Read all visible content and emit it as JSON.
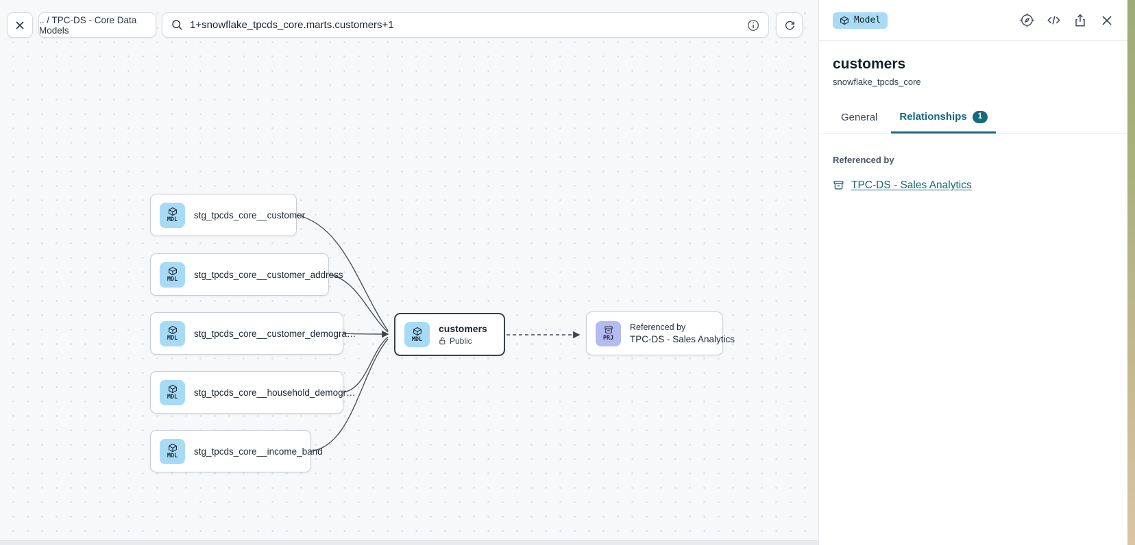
{
  "toolbar": {
    "breadcrumb": ".. / TPC-DS - Core Data Models",
    "search": {
      "value": "1+snowflake_tpcds_core.marts.customers+1"
    }
  },
  "canvas": {
    "upstream_nodes": [
      {
        "type": "MDL",
        "label": "stg_tpcds_core__customer"
      },
      {
        "type": "MDL",
        "label": "stg_tpcds_core__customer_address"
      },
      {
        "type": "MDL",
        "label": "stg_tpcds_core__customer_demogra…"
      },
      {
        "type": "MDL",
        "label": "stg_tpcds_core__household_demogr…"
      },
      {
        "type": "MDL",
        "label": "stg_tpcds_core__income_band"
      }
    ],
    "selected_node": {
      "type": "MDL",
      "label": "customers",
      "visibility": "Public"
    },
    "downstream_node": {
      "type": "PRJ",
      "caption": "Referenced by",
      "label": "TPC-DS - Sales Analytics"
    }
  },
  "panel": {
    "type_badge": "Model",
    "title": "customers",
    "subtitle": "snowflake_tpcds_core",
    "tabs": [
      {
        "label": "General"
      },
      {
        "label": "Relationships",
        "badge": "1"
      }
    ],
    "referenced_by_label": "Referenced by",
    "referenced_by_link": "TPC-DS - Sales Analytics"
  },
  "icons": {
    "toolbar": [
      "close-icon",
      "search-icon",
      "info-icon",
      "refresh-icon"
    ],
    "panel_header": [
      "cube-icon",
      "compass-icon",
      "code-icon",
      "share-icon",
      "close-icon"
    ],
    "nodes": [
      "cube-icon",
      "archive-icon",
      "lock-open-icon"
    ]
  },
  "colors": {
    "accent_teal": "#156a7d",
    "model_tile_blue": "#a7dbf5",
    "project_tile_purple": "#b4bbf3",
    "model_badge_bg": "#a9dcf4",
    "canvas_bg": "#f7f8fa",
    "selected_border": "#39424d"
  }
}
